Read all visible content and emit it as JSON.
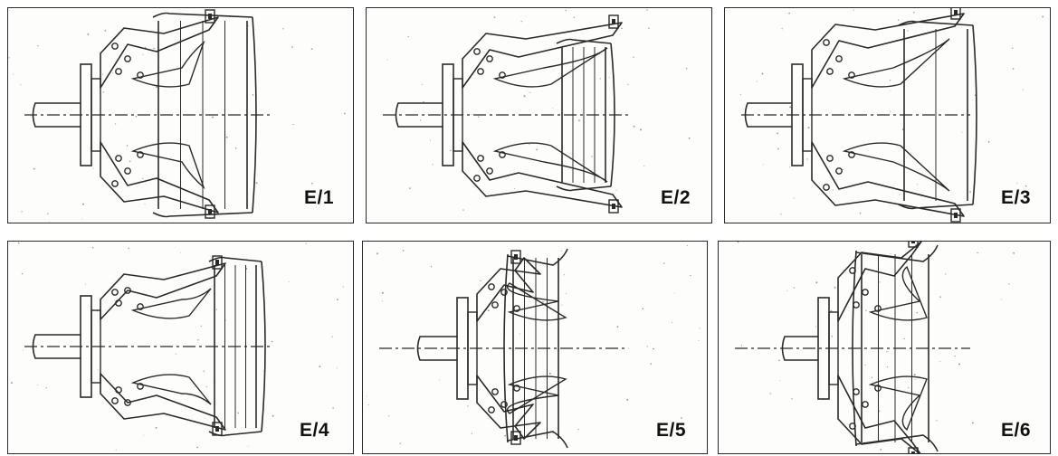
{
  "figure": {
    "panels": [
      {
        "label": "E/1",
        "arrangement": "clamps-outward-wide-rim"
      },
      {
        "label": "E/2",
        "arrangement": "clamps-outward-narrow-rim"
      },
      {
        "label": "E/3",
        "arrangement": "clamps-outward-wide-rim-tall"
      },
      {
        "label": "E/4",
        "arrangement": "clamps-inward-narrow-rim"
      },
      {
        "label": "E/5",
        "arrangement": "clamps-inward-reversed-rim"
      },
      {
        "label": "E/6",
        "arrangement": "clamps-outward-reversed-rim"
      }
    ],
    "colors": {
      "line": "#2a2a2a",
      "border": "#2a2a2a",
      "background": "#fdfdfb"
    }
  }
}
